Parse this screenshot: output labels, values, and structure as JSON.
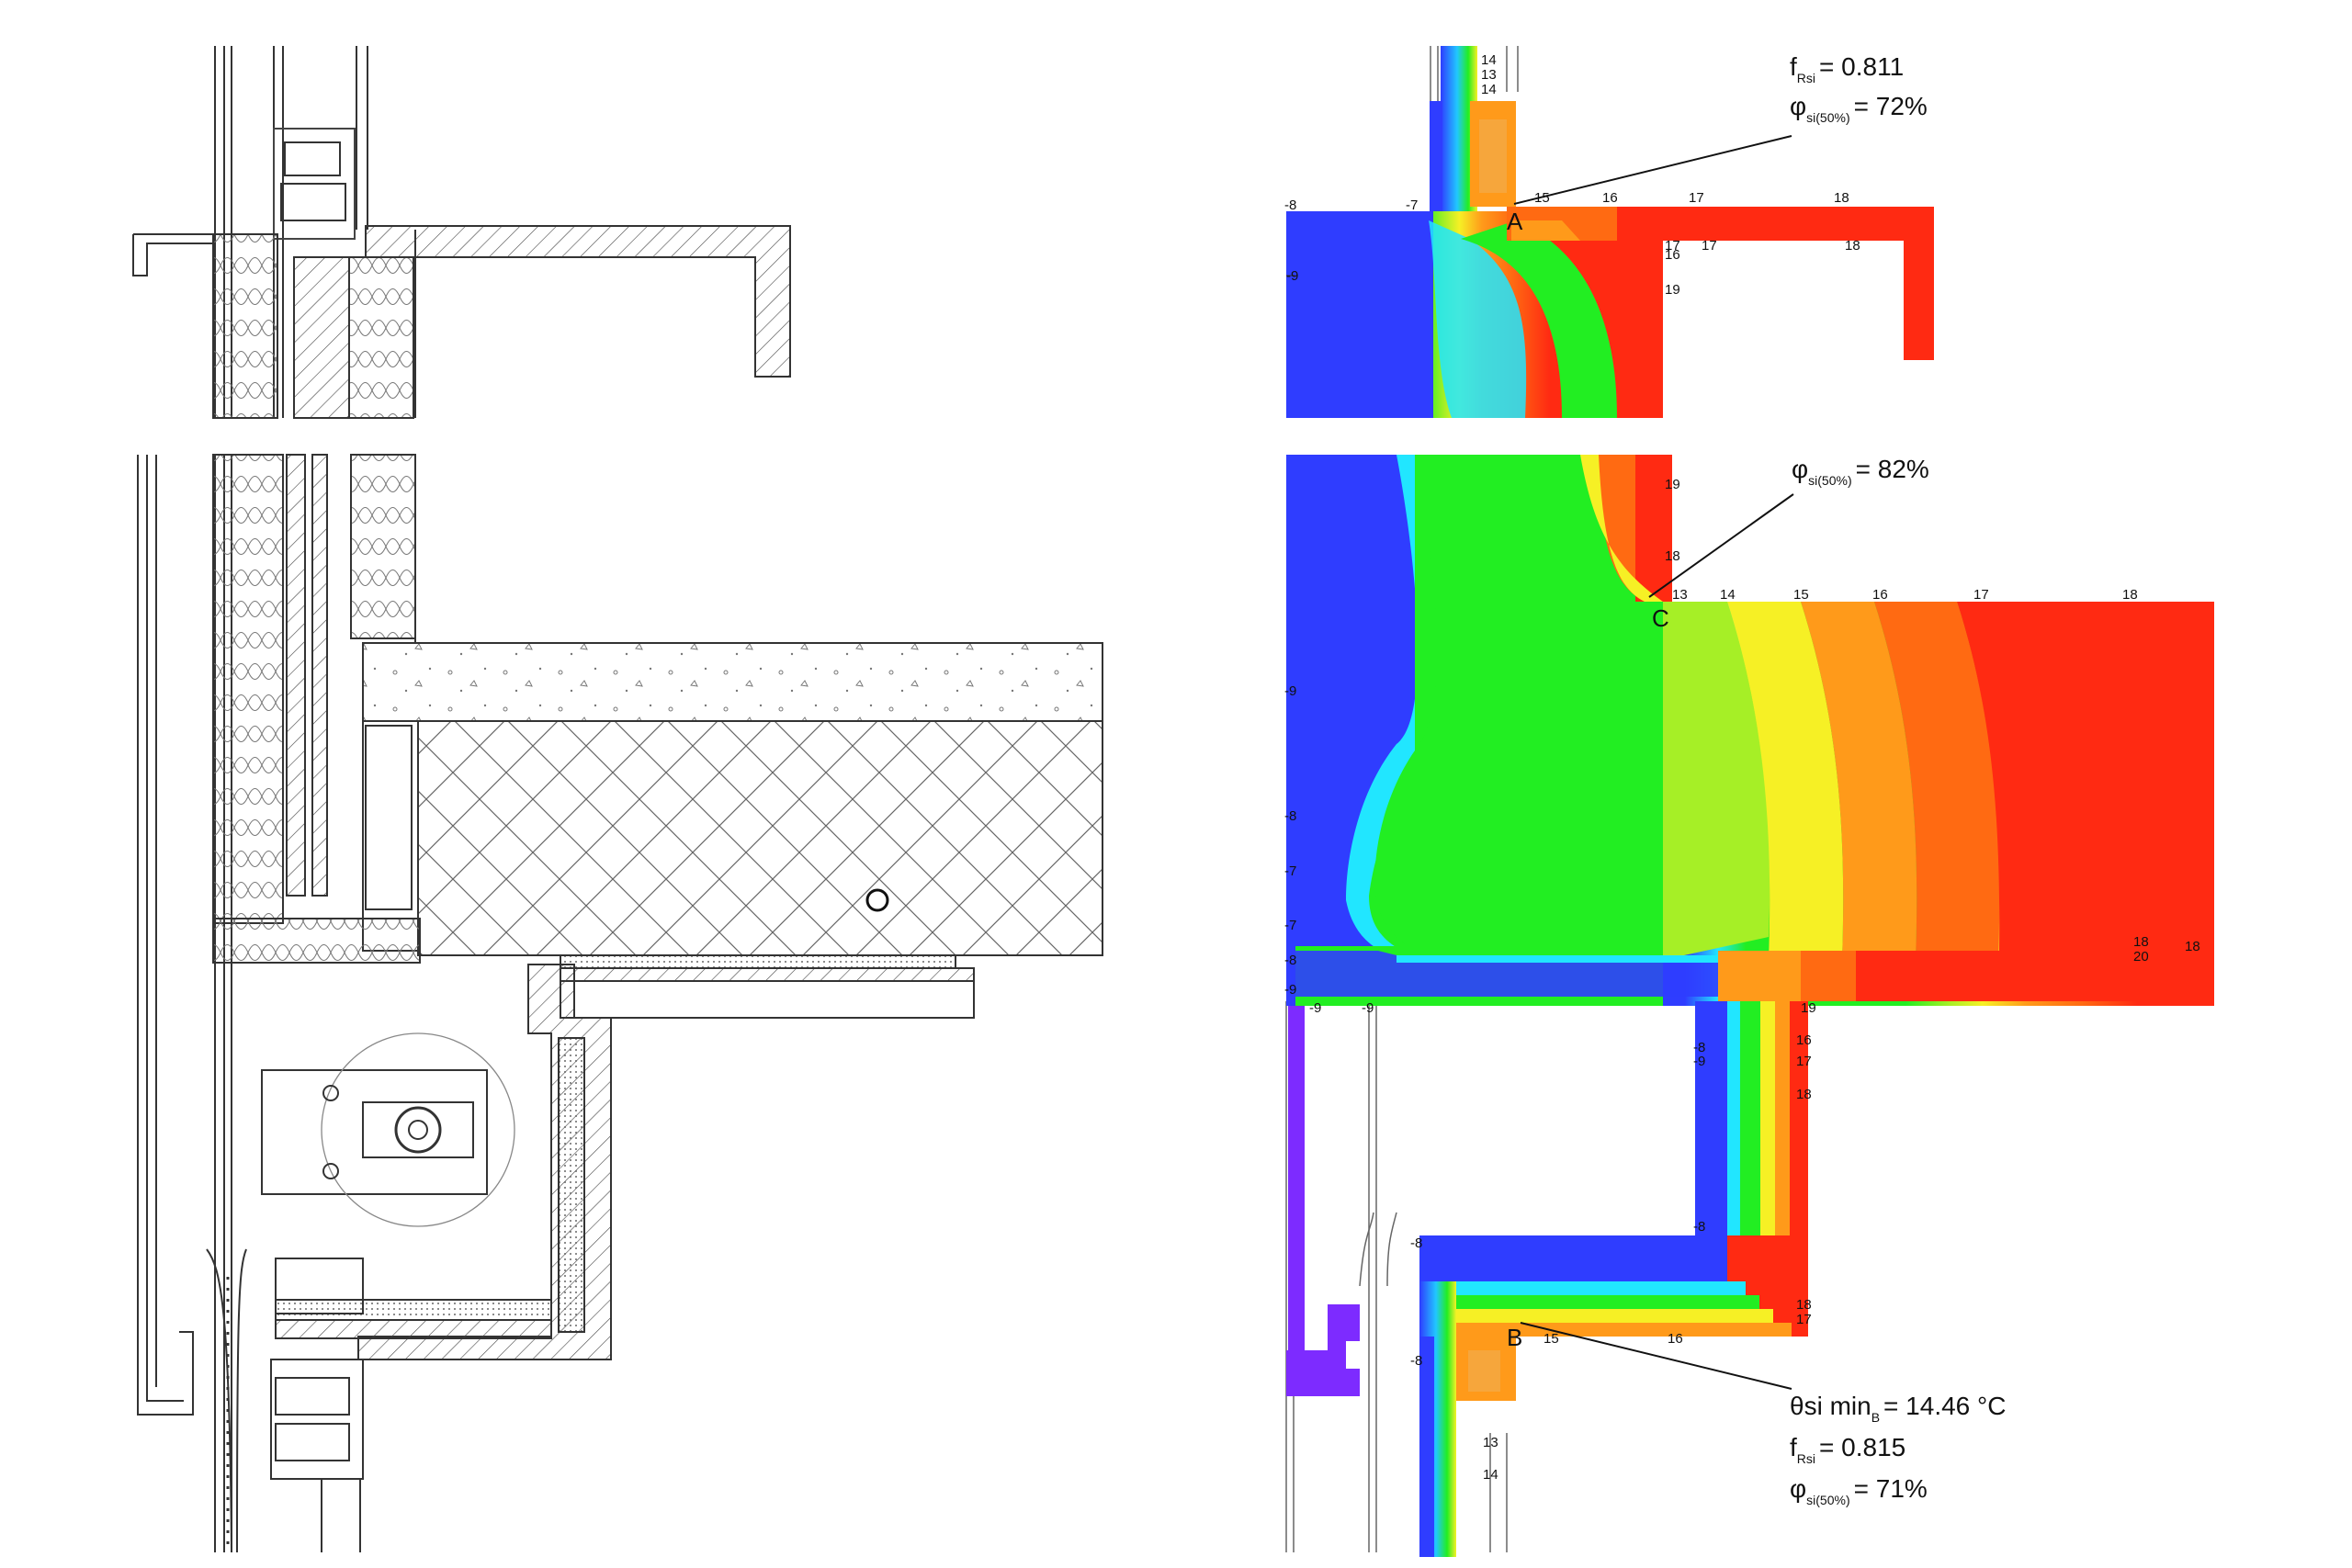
{
  "annotations": {
    "top": {
      "f_sym": "f",
      "f_sub": "Rsi",
      "f_val": "= 0.811",
      "phi_sym": "φ",
      "phi_sub": "si(50%)",
      "phi_val": "= 72%"
    },
    "mid": {
      "phi_sym": "φ",
      "phi_sub": "si(50%)",
      "phi_val": "= 82%"
    },
    "bottom": {
      "theta_sym": "θsi min",
      "theta_sub": "B",
      "theta_val": "= 14.46 °C",
      "f_sym": "f",
      "f_sub": "Rsi",
      "f_val": "= 0.815",
      "phi_sym": "φ",
      "phi_sub": "si(50%)",
      "phi_val": "= 71%"
    }
  },
  "points": {
    "A": "A",
    "B": "B",
    "C": "C"
  },
  "isotherm_labels": [
    {
      "id": "t1",
      "text": "14"
    },
    {
      "id": "t2",
      "text": "13"
    },
    {
      "id": "t3",
      "text": "14"
    },
    {
      "id": "t4",
      "text": "-8"
    },
    {
      "id": "t5",
      "text": "-7"
    },
    {
      "id": "t6",
      "text": "15"
    },
    {
      "id": "t7",
      "text": "16"
    },
    {
      "id": "t8",
      "text": "17"
    },
    {
      "id": "t9",
      "text": "18"
    },
    {
      "id": "t10",
      "text": "-9"
    },
    {
      "id": "t11",
      "text": "17"
    },
    {
      "id": "t12",
      "text": "16"
    },
    {
      "id": "t13",
      "text": "17"
    },
    {
      "id": "t14",
      "text": "18"
    },
    {
      "id": "t15",
      "text": "19"
    },
    {
      "id": "t16",
      "text": "19"
    },
    {
      "id": "t17",
      "text": "18"
    },
    {
      "id": "t18",
      "text": "13"
    },
    {
      "id": "t19",
      "text": "14"
    },
    {
      "id": "t20",
      "text": "15"
    },
    {
      "id": "t21",
      "text": "16"
    },
    {
      "id": "t22",
      "text": "17"
    },
    {
      "id": "t23",
      "text": "18"
    },
    {
      "id": "t24",
      "text": "-9"
    },
    {
      "id": "t25",
      "text": "-8"
    },
    {
      "id": "t26",
      "text": "-7"
    },
    {
      "id": "t27",
      "text": "-7"
    },
    {
      "id": "t28",
      "text": "-8"
    },
    {
      "id": "t29",
      "text": "-9"
    },
    {
      "id": "t30",
      "text": "-9"
    },
    {
      "id": "t31",
      "text": "-9"
    },
    {
      "id": "t32",
      "text": "18"
    },
    {
      "id": "t33",
      "text": "20"
    },
    {
      "id": "t34",
      "text": "18"
    },
    {
      "id": "t35",
      "text": "19"
    },
    {
      "id": "t36",
      "text": "16"
    },
    {
      "id": "t37",
      "text": "17"
    },
    {
      "id": "t38",
      "text": "18"
    },
    {
      "id": "t39",
      "text": "-8"
    },
    {
      "id": "t40",
      "text": "-9"
    },
    {
      "id": "t41",
      "text": "-8"
    },
    {
      "id": "t42",
      "text": "-8"
    },
    {
      "id": "t43",
      "text": "18"
    },
    {
      "id": "t44",
      "text": "17"
    },
    {
      "id": "t45",
      "text": "15"
    },
    {
      "id": "t46",
      "text": "16"
    },
    {
      "id": "t47",
      "text": "-8"
    },
    {
      "id": "t48",
      "text": "13"
    },
    {
      "id": "t49",
      "text": "14"
    }
  ],
  "colors": {
    "blue": "#2f3dff",
    "purple": "#7d2bff",
    "cyan": "#21e6ff",
    "green": "#22ee22",
    "lime": "#a6ef26",
    "yellow": "#f6f025",
    "orange": "#ff9a1a",
    "darkorange": "#ff6a12",
    "red": "#ff2a12"
  }
}
